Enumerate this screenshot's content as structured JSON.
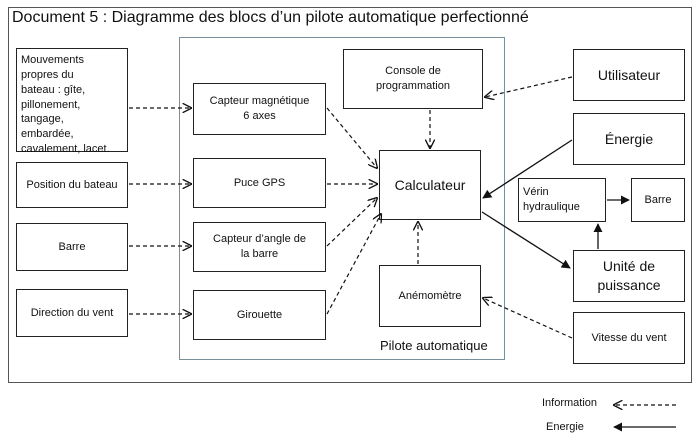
{
  "title": "Document 5 : Diagramme des blocs d’un pilote automatique perfectionné",
  "pilot_label": "Pilote automatique",
  "inputs": {
    "mouvements": "Mouvements\npropres du\nbateau : gîte,\npillonement,\ntangage,\nembardée,\ncavalement, lacet.",
    "position": "Position du bateau",
    "barre": "Barre",
    "direction_vent": "Direction du vent"
  },
  "blocks": {
    "capteur_magnetique": "Capteur magnétique\n6 axes",
    "puce_gps": "Puce GPS",
    "capteur_angle": "Capteur d’angle de\nla barre",
    "girouette": "Girouette",
    "console": "Console de\nprogrammation",
    "calculateur": "Calculateur",
    "anemometre": "Anémomètre"
  },
  "outputs": {
    "utilisateur": "Utilisateur",
    "energie": "Énergie",
    "verin": "Vérin\nhydraulique",
    "barre_sortie": "Barre",
    "unite_puissance": "Unité de\npuissance",
    "vitesse_vent": "Vitesse du vent"
  },
  "legend": {
    "information": "Information",
    "energie": "Energie"
  }
}
